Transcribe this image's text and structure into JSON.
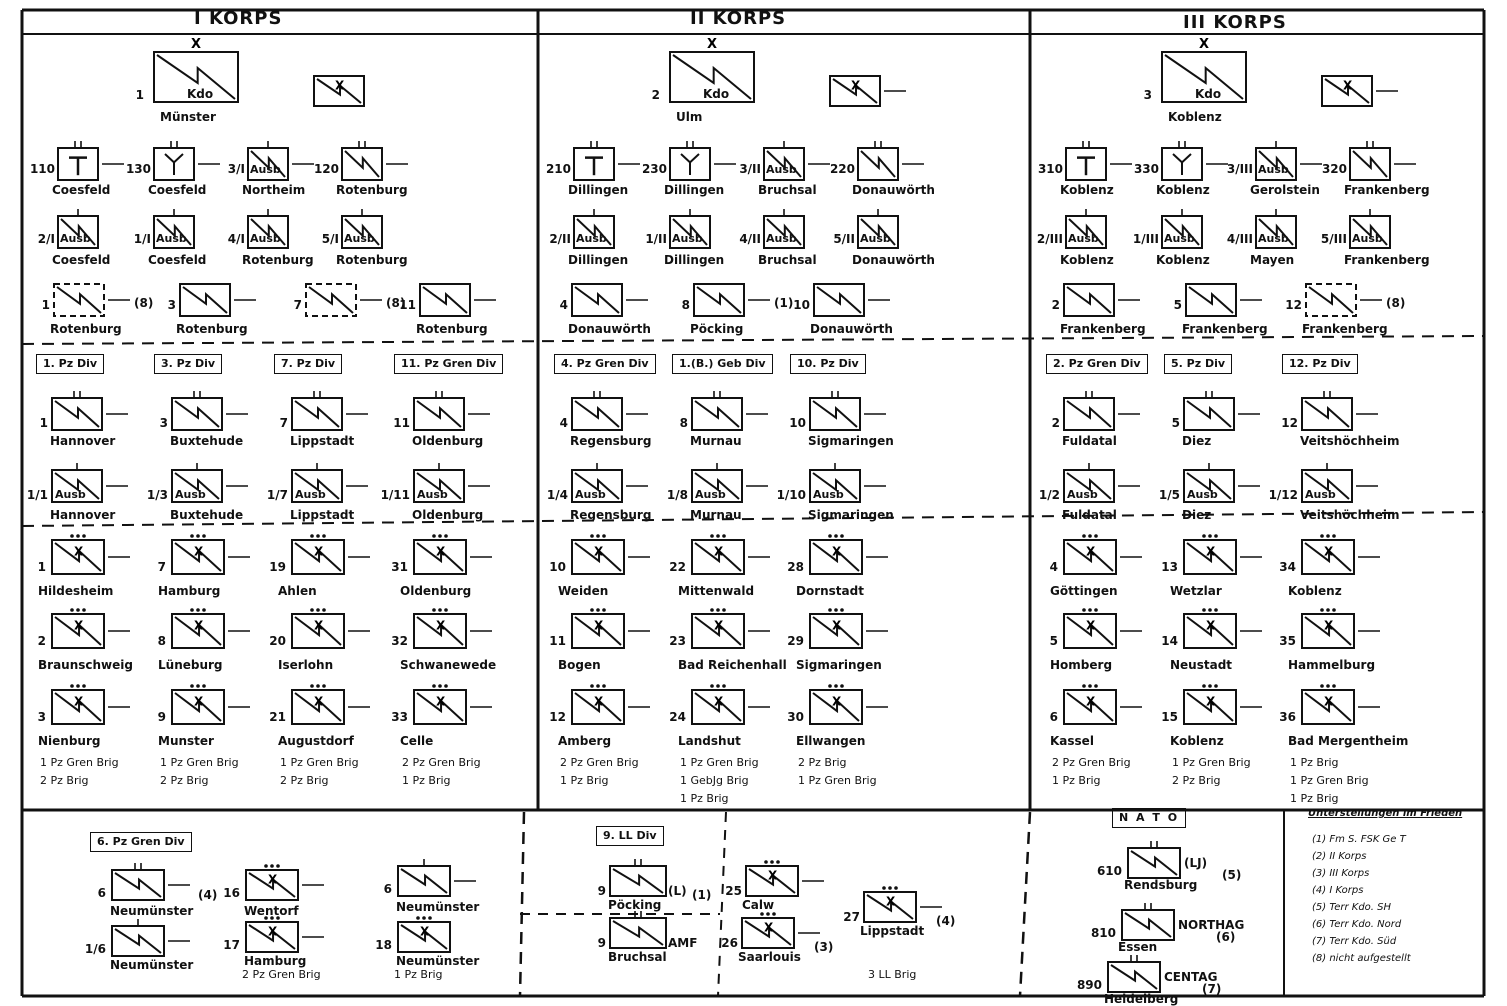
{
  "headers": [
    "I KORPS",
    "II KORPS",
    "III KORPS"
  ],
  "corps": [
    {
      "kdo": {
        "num": "1",
        "text": "Kdo",
        "loc": "Münster"
      },
      "support": [
        {
          "num": "110",
          "loc": "Coesfeld",
          "kind": "signal"
        },
        {
          "num": "130",
          "loc": "Coesfeld",
          "kind": "air"
        },
        {
          "num": "3/I",
          "loc": "Northeim",
          "kind": "ausb"
        },
        {
          "num": "120",
          "loc": "Rotenburg",
          "kind": "eng"
        }
      ],
      "training": [
        {
          "num": "2/I",
          "loc": "Coesfeld"
        },
        {
          "num": "1/I",
          "loc": "Coesfeld"
        },
        {
          "num": "4/I",
          "loc": "Rotenburg"
        },
        {
          "num": "5/I",
          "loc": "Rotenburg"
        }
      ],
      "engineers": [
        {
          "num": "1",
          "loc": "Rotenburg",
          "suffix": "(8)"
        },
        {
          "num": "3",
          "loc": "Rotenburg",
          "suffix": ""
        },
        {
          "num": "7",
          "loc": "",
          "suffix": "(8)"
        },
        {
          "num": "11",
          "loc": "Rotenburg",
          "suffix": ""
        }
      ],
      "divisions": [
        "1. Pz Div",
        "3. Pz Div",
        "7. Pz Div",
        "11. Pz Gren Div"
      ],
      "div_units": [
        {
          "num": "1",
          "loc": "Hannover"
        },
        {
          "num": "3",
          "loc": "Buxtehude"
        },
        {
          "num": "7",
          "loc": "Lippstadt"
        },
        {
          "num": "11",
          "loc": "Oldenburg"
        }
      ],
      "div_training": [
        {
          "num": "1/1",
          "loc": "Hannover"
        },
        {
          "num": "1/3",
          "loc": "Buxtehude"
        },
        {
          "num": "1/7",
          "loc": "Lippstadt"
        },
        {
          "num": "1/11",
          "loc": "Oldenburg"
        }
      ],
      "brigades": [
        [
          {
            "num": "1",
            "loc": "Hildesheim"
          },
          {
            "num": "7",
            "loc": "Hamburg"
          },
          {
            "num": "19",
            "loc": "Ahlen"
          },
          {
            "num": "31",
            "loc": "Oldenburg"
          }
        ],
        [
          {
            "num": "2",
            "loc": "Braunschweig"
          },
          {
            "num": "8",
            "loc": "Lüneburg"
          },
          {
            "num": "20",
            "loc": "Iserlohn"
          },
          {
            "num": "32",
            "loc": "Schwanewede"
          }
        ],
        [
          {
            "num": "3",
            "loc": "Nienburg"
          },
          {
            "num": "9",
            "loc": "Munster"
          },
          {
            "num": "21",
            "loc": "Augustdorf"
          },
          {
            "num": "33",
            "loc": "Celle"
          }
        ]
      ],
      "totals": [
        [
          "1 Pz Gren Brig",
          "2 Pz Brig"
        ],
        [
          "1 Pz Gren Brig",
          "2 Pz Brig"
        ],
        [
          "1 Pz Gren Brig",
          "2 Pz Brig"
        ],
        [
          "2 Pz Gren Brig",
          "1 Pz Brig"
        ]
      ]
    },
    {
      "kdo": {
        "num": "2",
        "text": "Kdo",
        "loc": "Ulm"
      },
      "support": [
        {
          "num": "210",
          "loc": "Dillingen",
          "kind": "signal"
        },
        {
          "num": "230",
          "loc": "Dillingen",
          "kind": "air"
        },
        {
          "num": "3/II",
          "loc": "Bruchsal",
          "kind": "ausb"
        },
        {
          "num": "220",
          "loc": "Donauwörth",
          "kind": "eng"
        }
      ],
      "training": [
        {
          "num": "2/II",
          "loc": "Dillingen"
        },
        {
          "num": "1/II",
          "loc": "Dillingen"
        },
        {
          "num": "4/II",
          "loc": "Bruchsal"
        },
        {
          "num": "5/II",
          "loc": "Donauwörth"
        }
      ],
      "engineers": [
        {
          "num": "4",
          "loc": "Donauwörth",
          "suffix": ""
        },
        {
          "num": "8",
          "loc": "Pöcking",
          "suffix": "(1)"
        },
        {
          "num": "10",
          "loc": "Donauwörth",
          "suffix": ""
        }
      ],
      "divisions": [
        "4. Pz Gren Div",
        "1.(B.) Geb Div",
        "10. Pz Div"
      ],
      "div_units": [
        {
          "num": "4",
          "loc": "Regensburg"
        },
        {
          "num": "8",
          "loc": "Murnau"
        },
        {
          "num": "10",
          "loc": "Sigmaringen"
        }
      ],
      "div_training": [
        {
          "num": "1/4",
          "loc": "Regensburg"
        },
        {
          "num": "1/8",
          "loc": "Murnau"
        },
        {
          "num": "1/10",
          "loc": "Sigmaringen"
        }
      ],
      "brigades": [
        [
          {
            "num": "10",
            "loc": "Weiden"
          },
          {
            "num": "22",
            "loc": "Mittenwald"
          },
          {
            "num": "28",
            "loc": "Dornstadt"
          }
        ],
        [
          {
            "num": "11",
            "loc": "Bogen"
          },
          {
            "num": "23",
            "loc": "Bad Reichenhall"
          },
          {
            "num": "29",
            "loc": "Sigmaringen"
          }
        ],
        [
          {
            "num": "12",
            "loc": "Amberg"
          },
          {
            "num": "24",
            "loc": "Landshut"
          },
          {
            "num": "30",
            "loc": "Ellwangen"
          }
        ]
      ],
      "totals": [
        [
          "2 Pz Gren Brig",
          "1 Pz Brig"
        ],
        [
          "1 Pz Gren Brig",
          "1 GebJg Brig",
          "1 Pz Brig"
        ],
        [
          "2 Pz Brig",
          "1 Pz Gren Brig"
        ]
      ]
    },
    {
      "kdo": {
        "num": "3",
        "text": "Kdo",
        "loc": "Koblenz"
      },
      "support": [
        {
          "num": "310",
          "loc": "Koblenz",
          "kind": "signal"
        },
        {
          "num": "330",
          "loc": "Koblenz",
          "kind": "air"
        },
        {
          "num": "3/III",
          "loc": "Gerolstein",
          "kind": "ausb"
        },
        {
          "num": "320",
          "loc": "Frankenberg",
          "kind": "eng"
        }
      ],
      "training": [
        {
          "num": "2/III",
          "loc": "Koblenz"
        },
        {
          "num": "1/III",
          "loc": "Koblenz"
        },
        {
          "num": "4/III",
          "loc": "Mayen"
        },
        {
          "num": "5/III",
          "loc": "Frankenberg"
        }
      ],
      "engineers": [
        {
          "num": "2",
          "loc": "Frankenberg",
          "suffix": ""
        },
        {
          "num": "5",
          "loc": "Frankenberg",
          "suffix": ""
        },
        {
          "num": "12",
          "loc": "Frankenberg",
          "suffix": "(8)"
        }
      ],
      "divisions": [
        "2. Pz Gren Div",
        "5. Pz Div",
        "12. Pz Div"
      ],
      "div_units": [
        {
          "num": "2",
          "loc": "Fuldatal"
        },
        {
          "num": "5",
          "loc": "Diez"
        },
        {
          "num": "12",
          "loc": "Veitshöchheim"
        }
      ],
      "div_training": [
        {
          "num": "1/2",
          "loc": "Fuldatal"
        },
        {
          "num": "1/5",
          "loc": "Diez"
        },
        {
          "num": "1/12",
          "loc": "Veitshöchheim"
        }
      ],
      "brigades": [
        [
          {
            "num": "4",
            "loc": "Göttingen"
          },
          {
            "num": "13",
            "loc": "Wetzlar"
          },
          {
            "num": "34",
            "loc": "Koblenz"
          }
        ],
        [
          {
            "num": "5",
            "loc": "Homberg"
          },
          {
            "num": "14",
            "loc": "Neustadt"
          },
          {
            "num": "35",
            "loc": "Hammelburg"
          }
        ],
        [
          {
            "num": "6",
            "loc": "Kassel"
          },
          {
            "num": "15",
            "loc": "Koblenz"
          },
          {
            "num": "36",
            "loc": "Bad Mergentheim"
          }
        ]
      ],
      "totals": [
        [
          "2 Pz Gren Brig",
          "1 Pz Brig"
        ],
        [
          "1 Pz Gren Brig",
          "2 Pz Brig"
        ],
        [
          "1 Pz Brig",
          "1 Pz Gren Brig",
          "1 Pz Brig"
        ]
      ]
    }
  ],
  "bottom": {
    "div6": {
      "label": "6. Pz Gren Div",
      "units": [
        {
          "num": "6",
          "loc": "Neumünster",
          "suffix": "(4)"
        },
        {
          "num": "16",
          "loc": "Wentorf",
          "suffix": ""
        },
        {
          "num": "6",
          "loc": "Neumünster",
          "suffix": ""
        }
      ],
      "row2": [
        {
          "num": "1/6",
          "loc": "Neumünster"
        },
        {
          "num": "17",
          "loc": "Hamburg",
          "note": "2 Pz Gren Brig"
        },
        {
          "num": "18",
          "loc": "Neumünster",
          "note": "1 Pz Brig"
        }
      ]
    },
    "div9": {
      "label": "9. LL Div",
      "units": [
        {
          "num": "9",
          "loc": "Pöcking",
          "tag": "(L)",
          "suffix": "(1)"
        },
        {
          "num": "9",
          "loc": "Bruchsal",
          "tag": "AMF",
          "suffix": ""
        }
      ],
      "brigades": [
        {
          "num": "25",
          "loc": "Calw"
        },
        {
          "num": "26",
          "loc": "Saarlouis",
          "suffix": "(3)"
        },
        {
          "num": "27",
          "loc": "Lippstadt",
          "suffix": "(4)"
        }
      ],
      "total": "3 LL Brig"
    },
    "nato": {
      "label": "N A T O",
      "units": [
        {
          "num": "610",
          "loc": "Rendsburg",
          "tag": "(LJ)",
          "suffix": "(5)"
        },
        {
          "num": "810",
          "loc": "Essen",
          "tag": "NORTHAG",
          "suffix": "(6)"
        },
        {
          "num": "890",
          "loc": "Heidelberg",
          "tag": "CENTAG",
          "suffix": "(7)"
        }
      ]
    },
    "legend": {
      "title": "Unterstellungen im Frieden",
      "items": [
        "(1) Fm S. FSK Ge T",
        "(2) II Korps",
        "(3) III Korps",
        "(4) I Korps",
        "(5) Terr Kdo. SH",
        "(6) Terr Kdo. Nord",
        "(7) Terr Kdo. Süd",
        "(8) nicht aufgestellt"
      ]
    }
  }
}
